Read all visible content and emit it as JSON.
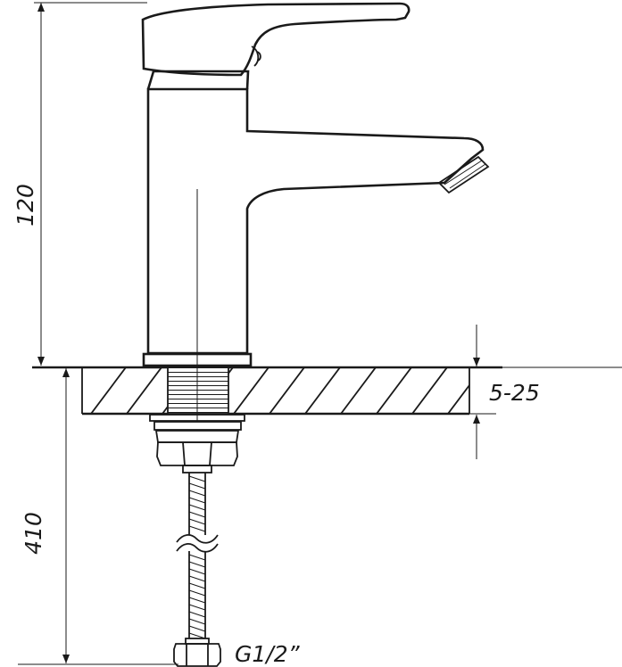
{
  "dimensions": {
    "height_above_counter": "120",
    "counter_thickness": "5-25",
    "hose_length": "410",
    "connection_thread": "G1/2”"
  },
  "colors": {
    "line": "#1a1a1a",
    "background": "#ffffff"
  }
}
